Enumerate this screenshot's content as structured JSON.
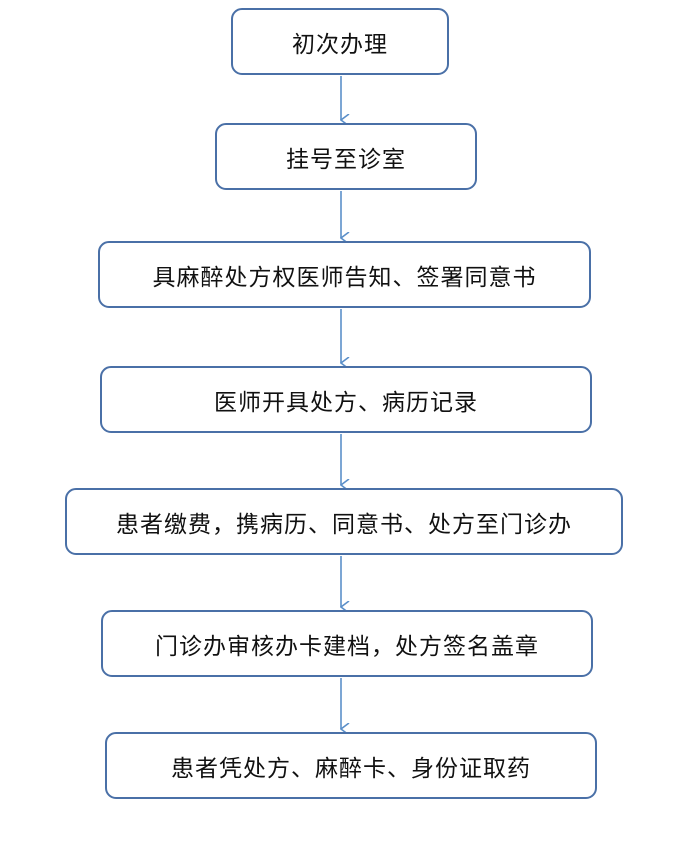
{
  "diagram": {
    "type": "flowchart",
    "steps": [
      {
        "label": "初次办理"
      },
      {
        "label": "挂号至诊室"
      },
      {
        "label": "具麻醉处方权医师告知、签署同意书"
      },
      {
        "label": "医师开具处方、病历记录"
      },
      {
        "label": "患者缴费，携病历、同意书、处方至门诊办"
      },
      {
        "label": "门诊办审核办卡建档，处方签名盖章"
      },
      {
        "label": "患者凭处方、麻醉卡、身份证取药"
      }
    ],
    "colors": {
      "box_border": "#4a70a7",
      "arrow": "#5b8fc9",
      "text": "#111111"
    }
  }
}
